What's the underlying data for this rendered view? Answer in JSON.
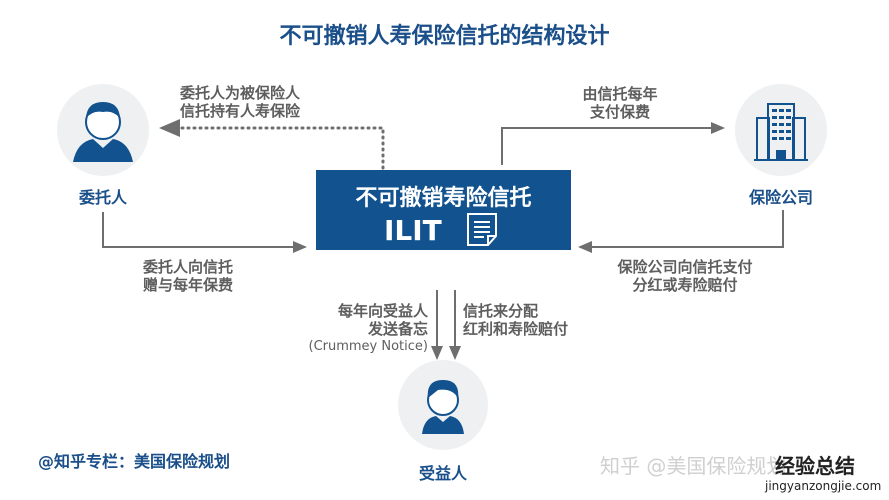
{
  "title": "不可撤销人寿保险信托的结构设计",
  "nodes": {
    "grantor": "委托人",
    "insurer": "保险公司",
    "beneficiary": "受益人"
  },
  "trust": {
    "title": "不可撤销寿险信托",
    "abbr": "ILIT"
  },
  "edges": {
    "trust_to_grantor": [
      "委托人为被保险人",
      "信托持有人寿保险"
    ],
    "trust_to_insurer": [
      "由信托每年",
      "支付保费"
    ],
    "grantor_to_trust": [
      "委托人向信托",
      "赠与每年保费"
    ],
    "insurer_to_trust": [
      "保险公司向信托支付",
      "分红或寿险赔付"
    ],
    "notice": [
      "每年向受益人",
      "发送备忘",
      "(Crummey Notice)"
    ],
    "distribution": [
      "信托来分配",
      "红利和寿险赔付"
    ]
  },
  "watermarks": {
    "left": "@知乎专栏：美国保险规划",
    "right": "知乎 @美国保险规划",
    "site_logo": "经验总结",
    "site_url": "jingyanzongjie.com"
  },
  "colors": {
    "primary": "#11528f",
    "line": "#6e6e6e"
  }
}
